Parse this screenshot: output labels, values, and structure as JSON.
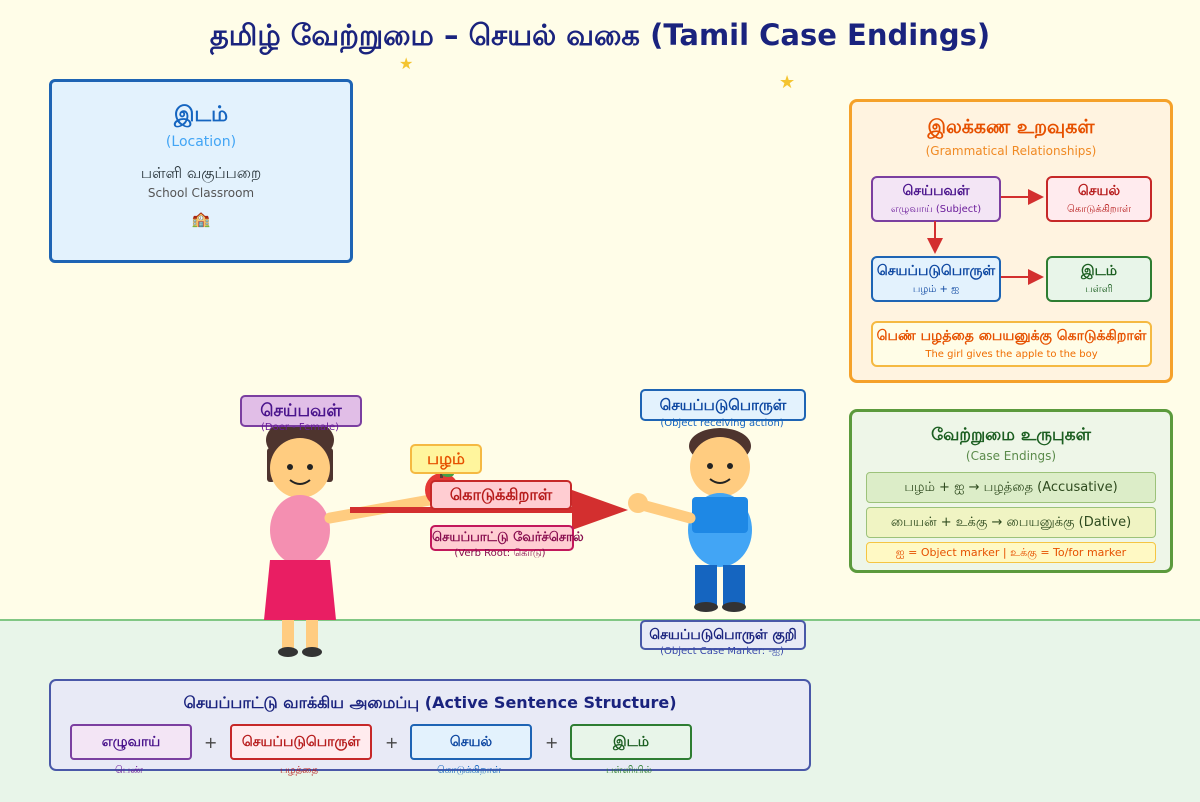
{
  "title": "தமிழ் வேற்றுமை – செயல் வகை (Tamil Case Endings)",
  "location_panel": {
    "title": "இடம்",
    "subtitle": "(Location)",
    "place": "பள்ளி வகுப்பறை",
    "place_en": "School Classroom",
    "icon": "school-icon"
  },
  "relations_panel": {
    "title": "இலக்கண உறவுகள்",
    "subtitle": "(Grammatical Relationships)",
    "subject": {
      "label": "செய்பவள்",
      "sub": "எழுவாய் (Subject)"
    },
    "action": {
      "label": "செயல்",
      "sub": "கொடுக்கிறாள்"
    },
    "object": {
      "label": "செயப்படுபொருள்",
      "sub": "பழம் + ஐ"
    },
    "place": {
      "label": "இடம்",
      "sub": "பள்ளி"
    },
    "sentence": "பெண் பழத்தை பையனுக்கு கொடுக்கிறாள்",
    "sentence_en": "The girl gives the apple to the boy"
  },
  "case_panel": {
    "title": "வேற்றுமை உருபுகள்",
    "subtitle": "(Case Endings)",
    "accusative": "பழம் + ஐ → பழத்தை (Accusative)",
    "dative": "பையன் + உக்கு → பையனுக்கு (Dative)",
    "note": "ஐ = Object marker | உக்கு = To/for marker"
  },
  "scene": {
    "doer_label": "செய்பவள்",
    "doer_sub": "(Doer - Female)",
    "fruit_label": "பழம்",
    "verb_label": "கொடுக்கிறாள்",
    "verb_root_label": "செயப்பாட்டு வேர்ச்சொல்",
    "verb_root_sub": "(Verb Root: கொடு)",
    "object_label": "செயப்படுபொருள்",
    "object_sub": "(Object receiving action)",
    "marker_label": "செயப்படுபொருள் குறி",
    "marker_sub": "(Object Case Marker: -ஐ)"
  },
  "structure": {
    "title": "செயப்பாட்டு வாக்கிய அமைப்பு (Active Sentence Structure)",
    "plus": "+",
    "items": [
      {
        "label": "எழுவாய்",
        "sub": "பெண்"
      },
      {
        "label": "செயப்படுபொருள்",
        "sub": "பழத்தை"
      },
      {
        "label": "செயல்",
        "sub": "கொடுக்கிறாள்"
      },
      {
        "label": "இடம்",
        "sub": "பள்ளியில்"
      }
    ]
  },
  "decorations": {
    "icon": "star-icon"
  },
  "colors": {
    "title": "#1a237e",
    "location_border": "#1e64b4",
    "relations_border": "#f5a12a",
    "case_border": "#5b9a3c",
    "arrow": "#d32f2f"
  }
}
